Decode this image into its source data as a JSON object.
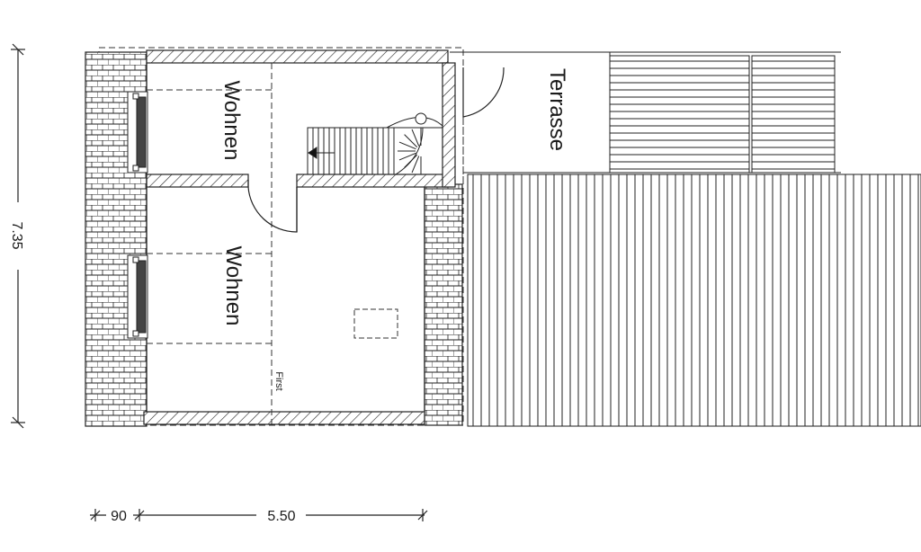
{
  "rooms": {
    "upper_left": "Wohnen",
    "lower_left": "Wohnen",
    "terrace": "Terrasse",
    "ridge": "First"
  },
  "dimensions": {
    "vertical_total": "7.35",
    "horizontal_small": "90",
    "horizontal_main": "5.50"
  },
  "colors": {
    "line": "#1a1a1a",
    "background": "#ffffff"
  }
}
